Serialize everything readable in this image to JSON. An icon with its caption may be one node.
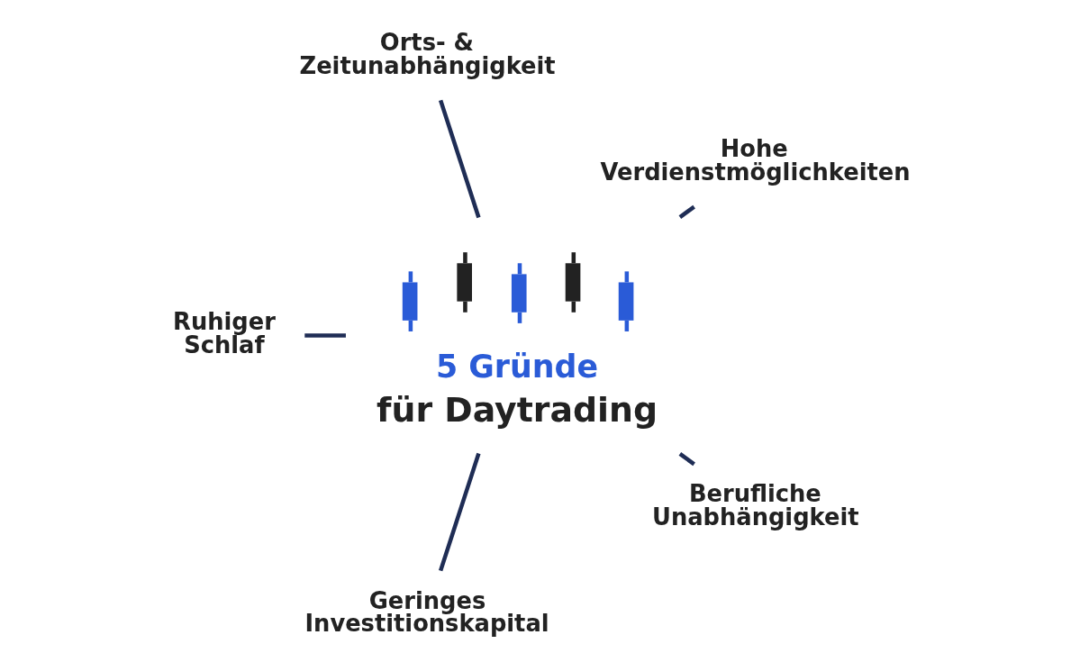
{
  "diagram": {
    "nodes": [
      {
        "text": [
          "Orts- & Zeitunabhängigkeit"
        ]
      },
      {
        "text": [
          "Ruhiger Schlaf"
        ]
      },
      {
        "text": [
          "Hohe Verdienstmöglichkeiten"
        ]
      },
      {
        "text": [
          "5 Gründe",
          "für Daytrading"
        ]
      },
      {
        "text": [
          "Geringes Investitionskapital"
        ]
      },
      {
        "text": [
          "Berufliche Unabhängigkeit"
        ]
      }
    ],
    "edges": [
      {
        "from": 3,
        "to": 0,
        "arrow": "none"
      },
      {
        "from": 3,
        "to": 2,
        "arrow": "none"
      },
      {
        "from": 3,
        "to": 5,
        "arrow": "none"
      },
      {
        "from": 3,
        "to": 4,
        "arrow": "none"
      },
      {
        "from": 3,
        "to": 1,
        "arrow": "none"
      }
    ]
  }
}
